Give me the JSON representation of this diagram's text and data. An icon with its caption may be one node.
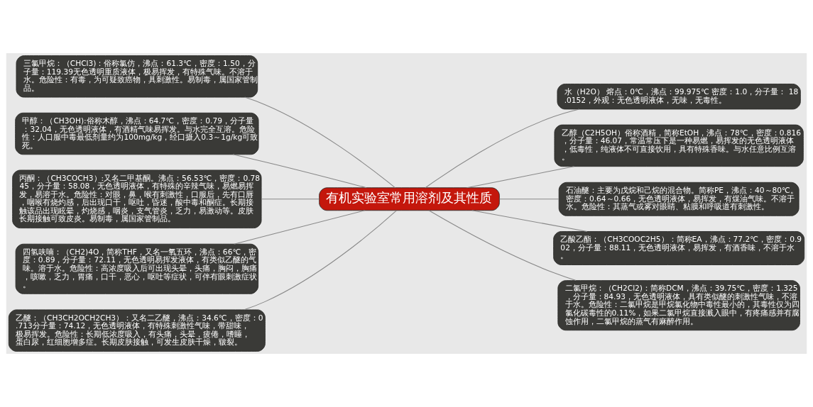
{
  "diagram": {
    "nodes": [
      {
        "text": [
          "有机实验室常用溶剂及其性质"
        ]
      },
      {
        "text": [
          "三氯甲烷：（CHCl3)：俗称氯仿，沸点：61.3℃，密度：1.50，分子量：119.39无色透明重质液体，极易挥发，有特殊气味。不溶于水。危险性：有毒，为可疑致癌物，具刺激性。易制毒，属国家管制品。"
        ]
      },
      {
        "text": [
          "甲醇：（CH3OH):俗称木醇，沸点：64.7℃，密度：0.79，分子量：32.04，无色透明液体，有酒精气味易挥发。与水完全互溶。危险性：人口服中毒最低剂量约为100mg/kg，经口摄入0.3～1g/kg可致死。"
        ]
      },
      {
        "text": [
          "丙酮：（CH3COCH3）:又名二甲基酮。沸点：56.53℃，密度：0.7845，分子量：58.08，无色透明液体，有特殊的辛辣气味，易燃易挥发，易溶于水。危险性：对眼，鼻，喉有刺激性，口服后，先有口唇，咽喉有烧灼感，后出现口干，呕吐，昏迷，酸中毒和酮症。长期接触该品出现眩晕，灼烧感，咽炎，支气管炎，乏力，易激动等。皮肤长期接触可致皮炎。易制毒，属国家管制品。"
        ]
      },
      {
        "text": [
          "四氢呋喃：（CH2)4O，简称THF，又名一氧五环，沸点：66℃，密度：0.89，分子量：72.11，无色透明易挥发液体，有类似乙醚的气味。溶于水。危险性：高浓度吸入后可出现头晕，头痛，胸闷，胸痛，咳嗽，乏力，胃痛，口干，恶心，呕吐等症状，可伴有眼刺激症状。"
        ]
      },
      {
        "text": [
          "乙醚：（CH3CH2OCH2CH3）：又名二乙醚，沸点：34.6℃，密度：0.713分子量：74.12，无色透明液体，有特殊刺激性气味，带甜味，极易挥发。危险性：长期低浓度吸入，有头痛，头晕，疲倦，嗜睡，蛋白尿，红细胞增多症。长期皮肤接触，可发生皮肤干燥，皲裂。"
        ]
      },
      {
        "text": [
          "水（H2O） 熔点：0℃，沸点：99.975℃ 密度：1.0，分子量： 18.0152，外观：无色透明液体，无味，无毒性。"
        ]
      },
      {
        "text": [
          "乙醇（C2H5OH）俗称酒精，简称EtOH，沸点：78℃，密度：0.816，分子量：46.07，常温常压下是一种易燃，易挥发的无色透明液体，低毒性，纯液体不可直接饮用，具有特殊香味。与水任意比例互溶。"
        ]
      },
      {
        "text": [
          "石油醚：主要为戊烷和己烷的混合物。简称PE，沸点：40～80℃。密度：0.64～0.66，无色透明液体，易挥发，有煤油气味。不溶于水。危险性：其蒸气或雾对眼睛、粘膜和呼吸道有刺激性。"
        ]
      },
      {
        "text": [
          "乙酸乙酯：（CH3COOC2H5）：简称EA，沸点：77.2℃，密度：0.902，分子量：88.11，无色透明液体，易挥发，有酒香味，不溶于水。"
        ]
      },
      {
        "text": [
          "二氯甲烷：（CH2Cl2)：简称DCM，沸点：39.75℃，密度：1.325，分子量：84.93，无色透明液体，具有类似醚的刺激性气味，不溶于水。危险性：二氯甲烷是甲烷氯化物中毒性最小的，其毒性仅为四氯化碳毒性的0.11%，如果二氯甲烷直接溅入眼中，有疼痛感并有腐蚀作用，二氯甲烷的蒸气有麻醉作用。"
        ]
      }
    ],
    "edges": [
      {
        "from": 0,
        "to": 1,
        "arrow": "none"
      },
      {
        "from": 0,
        "to": 2,
        "arrow": "none"
      },
      {
        "from": 0,
        "to": 3,
        "arrow": "none"
      },
      {
        "from": 0,
        "to": 4,
        "arrow": "none"
      },
      {
        "from": 0,
        "to": 5,
        "arrow": "none"
      },
      {
        "from": 0,
        "to": 6,
        "arrow": "none"
      },
      {
        "from": 0,
        "to": 7,
        "arrow": "none"
      },
      {
        "from": 0,
        "to": 8,
        "arrow": "none"
      },
      {
        "from": 0,
        "to": 9,
        "arrow": "none"
      },
      {
        "from": 0,
        "to": 10,
        "arrow": "none"
      }
    ]
  }
}
